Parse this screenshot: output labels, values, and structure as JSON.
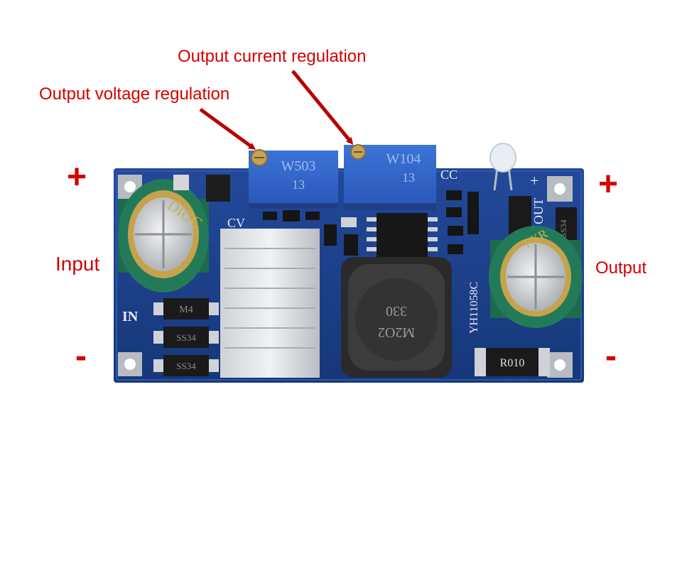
{
  "callouts": {
    "current": "Output current regulation",
    "voltage": "Output voltage regulation"
  },
  "sides": {
    "input_label": "Input",
    "output_label": "Output",
    "input_plus": "+",
    "input_minus": "-",
    "output_plus": "+",
    "output_minus": "-"
  },
  "board": {
    "pot_left_code": "W503",
    "pot_left_number": "13",
    "pot_right_code": "W104",
    "pot_right_number": "13",
    "inductor_code_1": "330",
    "inductor_code_2": "M2O2",
    "resistor_code": "R010",
    "model_code": "YH11058C",
    "silk_in": "IN",
    "silk_cv": "CV",
    "silk_cc": "CC",
    "silk_out": "OUT",
    "silk_plus": "+",
    "diode_1": "M4",
    "diode_2": "SS34",
    "diode_3": "SS34",
    "diode_out": "SS34",
    "capacitor_text": "DIGC",
    "capacitor_out_text": "FXR"
  },
  "colors": {
    "annotation": "#d40000",
    "pcb_blue": "#1b3e8c",
    "potentiometer_blue": "#2f63c9",
    "capacitor_green": "#1f6b4f"
  }
}
